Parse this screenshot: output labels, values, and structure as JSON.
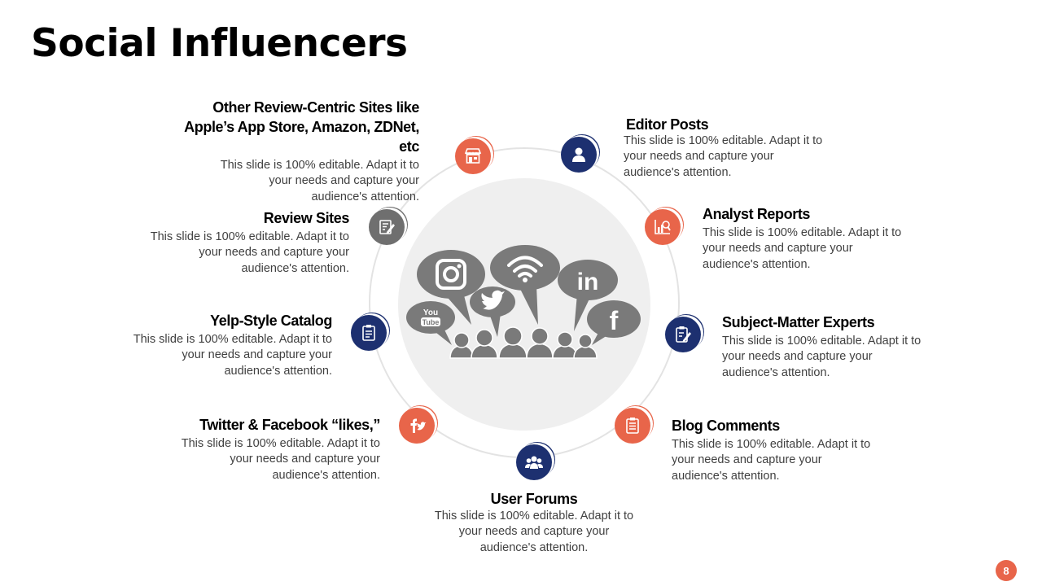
{
  "title": "Social Influencers",
  "colors": {
    "coral": "#e8654a",
    "navy": "#1d3070",
    "gray": "#6f6f6f",
    "ring": "#e3e3e3",
    "disc": "#efefef",
    "bubble": "#7a7a7a"
  },
  "items": [
    {
      "heading": "Other Review-Centric Sites like Apple’s App Store, Amazon, ZDNet, etc",
      "body": "This slide is 100% editable. Adapt it to your needs and capture your audience's attention.",
      "icon": "store-icon",
      "color": "coral"
    },
    {
      "heading": "Editor Posts",
      "body": "This slide is 100% editable. Adapt it to your needs and capture your audience's attention.",
      "icon": "person-icon",
      "color": "navy"
    },
    {
      "heading": "Analyst Reports",
      "body": "This slide is 100% editable. Adapt it to your needs and capture your audience's attention.",
      "icon": "chart-analysis-icon",
      "color": "coral"
    },
    {
      "heading": "Subject-Matter Experts",
      "body": "This slide is 100% editable. Adapt it to your needs and capture your audience's attention.",
      "icon": "clipboard-pen-icon",
      "color": "navy"
    },
    {
      "heading": "Blog Comments",
      "body": "This slide is 100% editable. Adapt it to your needs and capture your audience's attention.",
      "icon": "clipboard-list-icon",
      "color": "coral"
    },
    {
      "heading": "User Forums",
      "body": "This slide is 100% editable. Adapt it to your needs and capture your audience's attention.",
      "icon": "users-group-icon",
      "color": "navy"
    },
    {
      "heading": "Twitter & Facebook “likes,”",
      "body": "This slide is 100% editable. Adapt it to your needs and capture your audience's attention.",
      "icon": "facebook-twitter-icon",
      "color": "coral"
    },
    {
      "heading": "Yelp-Style Catalog",
      "body": "This slide is 100% editable. Adapt it to your needs and capture your audience's attention.",
      "icon": "clipboard-icon",
      "color": "navy"
    },
    {
      "heading": "Review Sites",
      "body": "This slide is 100% editable. Adapt it to your needs and capture your audience's attention.",
      "icon": "review-edit-icon",
      "color": "gray"
    }
  ],
  "center": {
    "icons": [
      "instagram-icon",
      "wifi-icon",
      "linkedin-icon",
      "twitter-icon",
      "youtube-icon",
      "facebook-icon",
      "people-crowd-icon"
    ],
    "youtube_text_top": "You",
    "youtube_text_bottom": "Tube",
    "linkedin_text": "in",
    "facebook_text": "f"
  },
  "page_number": "8"
}
